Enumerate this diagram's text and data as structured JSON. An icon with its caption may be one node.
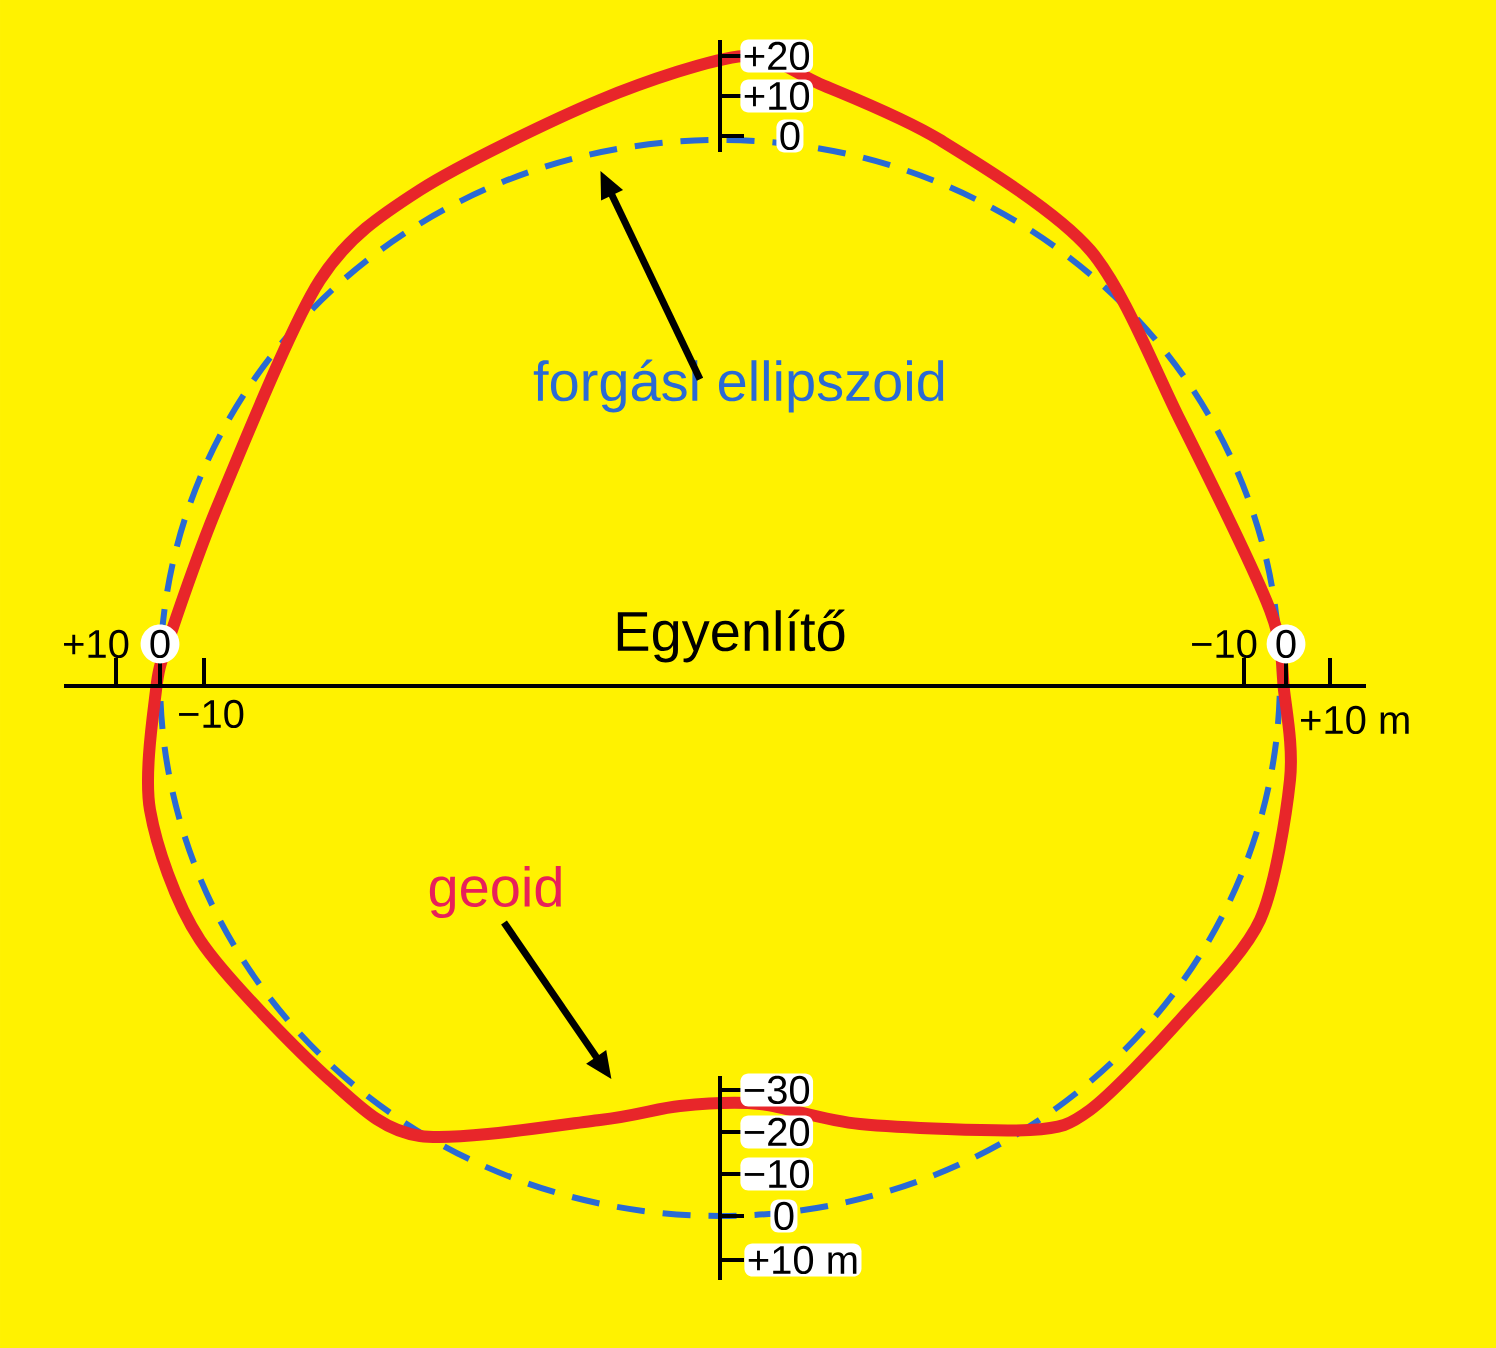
{
  "diagram": {
    "nodes": [
      {
        "text": [
          "forgási ellipszoid"
        ]
      },
      {
        "text": [
          "geoid"
        ]
      }
    ],
    "edges": [
      {
        "from": 0,
        "to": null,
        "arrow": "to"
      },
      {
        "from": 1,
        "to": null,
        "arrow": "to"
      }
    ],
    "labels": [
      "+20",
      "+10",
      "0",
      "+10",
      "0",
      "Egyenlítő",
      "−10",
      "0",
      "−10",
      "+10 m",
      "−30",
      "−20",
      "−10",
      "0",
      "+10 m"
    ]
  }
}
